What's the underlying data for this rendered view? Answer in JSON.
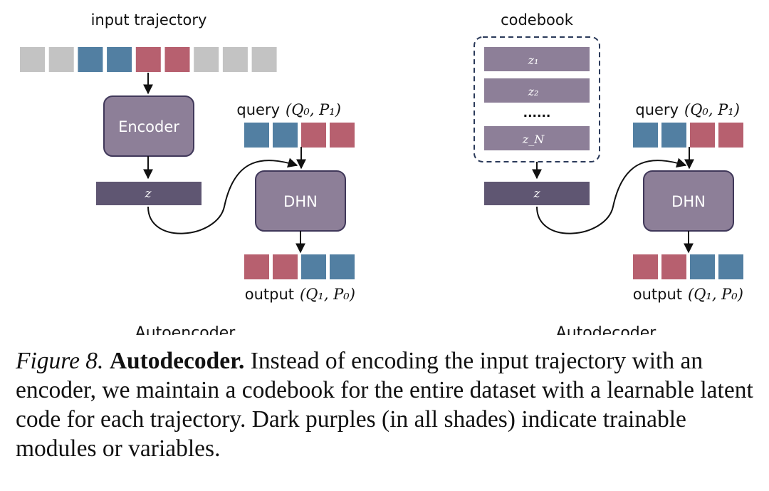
{
  "colors": {
    "gray": "#c3c3c3",
    "blue": "#527fa2",
    "red": "#b7606f",
    "module": "#8d7f98",
    "module_border": "#40385a",
    "latent_dark": "#5f5672",
    "code_row": "#8d7f98"
  },
  "icons": [
    "arrow-down-icon",
    "curved-connector-icon"
  ],
  "left": {
    "panel_label": "Autoencoder",
    "input_label": "input trajectory",
    "input_tokens": [
      "gray",
      "gray",
      "blue",
      "blue",
      "red",
      "red",
      "gray",
      "gray",
      "gray"
    ],
    "encoder_label": "Encoder",
    "latent_label": "z",
    "query_word": "query",
    "query_math": "(Q₀, P₁)",
    "query_tokens": [
      "blue",
      "blue",
      "red",
      "red"
    ],
    "dhn_label": "DHN",
    "output_word": "output",
    "output_math": "(Q₁, P₀)",
    "output_tokens": [
      "red",
      "red",
      "blue",
      "blue"
    ]
  },
  "right": {
    "panel_label": "Autodecoder",
    "codebook_label": "codebook",
    "codes": [
      "z₁",
      "z₂",
      "......",
      "z_N"
    ],
    "latent_label": "z",
    "query_word": "query",
    "query_math": "(Q₀, P₁)",
    "query_tokens": [
      "blue",
      "blue",
      "red",
      "red"
    ],
    "dhn_label": "DHN",
    "output_word": "output",
    "output_math": "(Q₁, P₀)",
    "output_tokens": [
      "red",
      "red",
      "blue",
      "blue"
    ]
  },
  "caption": {
    "figure_label": "Figure 8.",
    "title": "Autodecoder.",
    "body": "Instead of encoding the input trajectory with an encoder, we maintain a codebook for the entire dataset with a learnable latent code for each trajectory. Dark purples (in all shades) indicate trainable modules or variables."
  }
}
